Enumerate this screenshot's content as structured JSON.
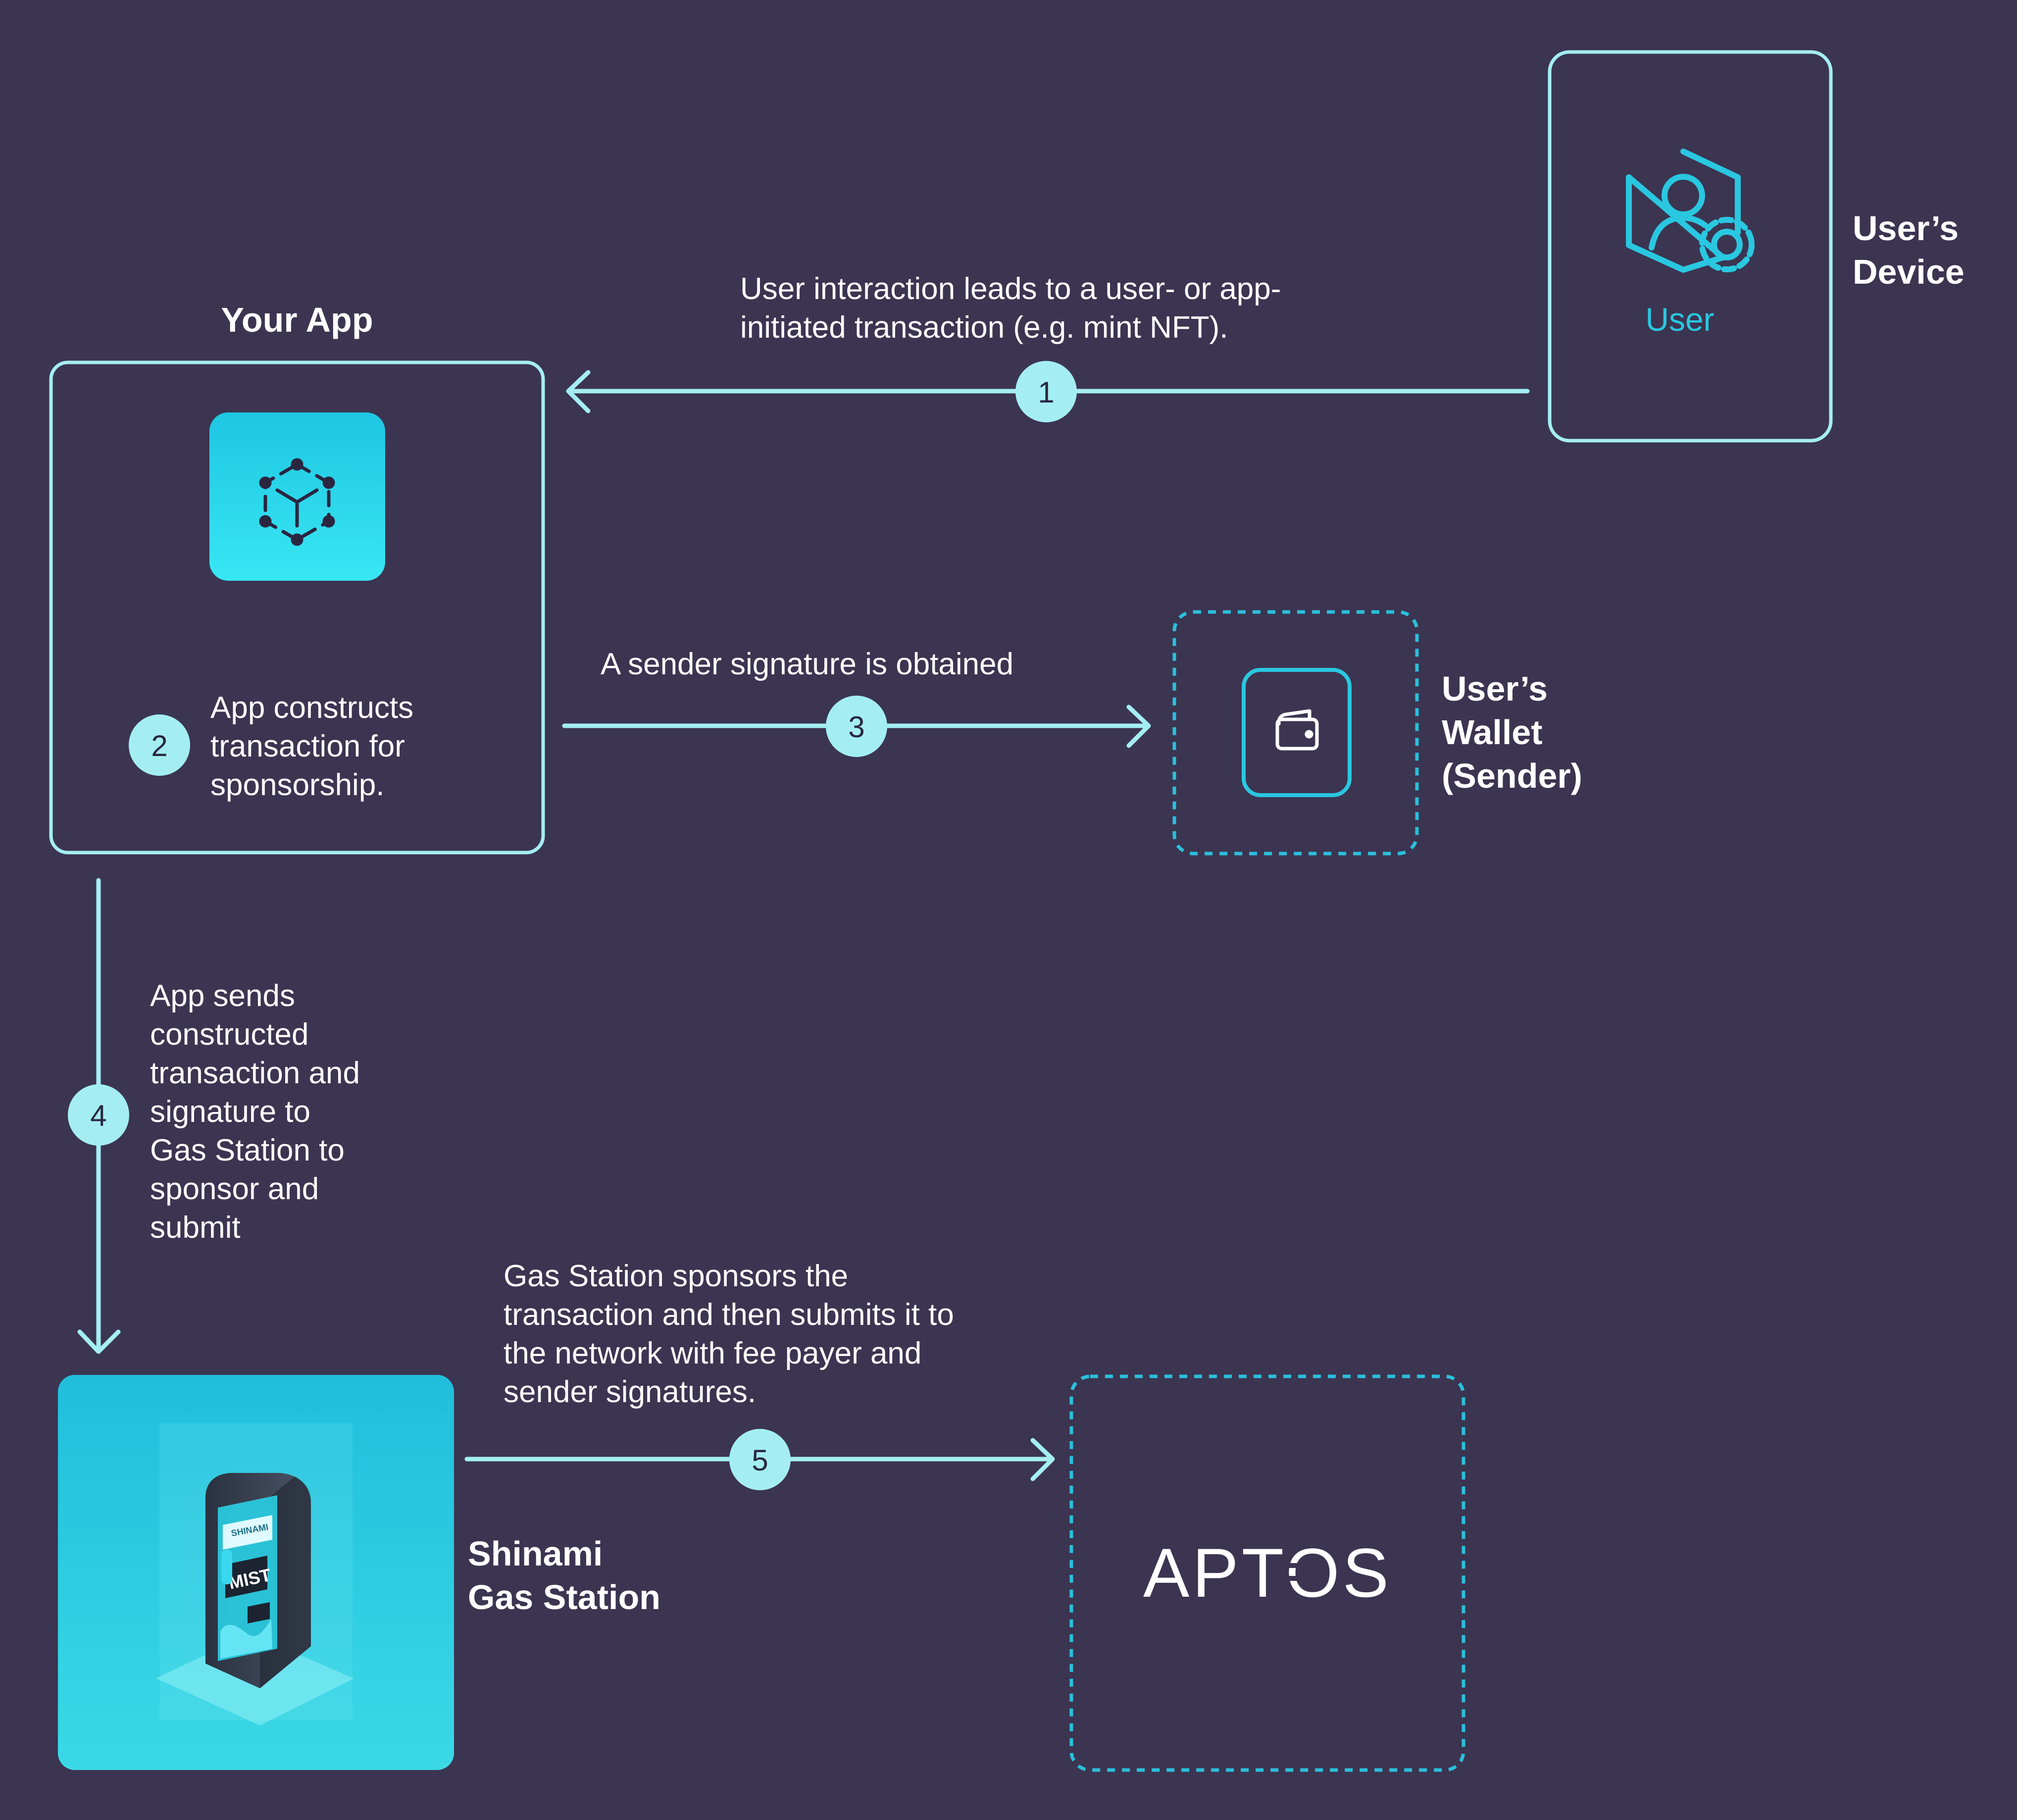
{
  "colors": {
    "background": "#3b3551",
    "accent": "#a4eef3",
    "accent_strong": "#2ac7e0",
    "dashed": "#2bc0dc",
    "text": "#ffffff",
    "icon_dark": "#2a2640"
  },
  "app": {
    "title": "Your App",
    "step_number": "2",
    "step_text_lines": [
      "App constructs",
      "transaction for",
      "sponsorship."
    ],
    "icon": "cube-network-icon"
  },
  "device": {
    "title_lines": [
      "User’s",
      "Device"
    ],
    "user_label": "User",
    "icon": "user-gear-icon"
  },
  "wallet": {
    "title_lines": [
      "User’s",
      "Wallet",
      "(Sender)"
    ],
    "icon": "wallet-icon"
  },
  "gas_station": {
    "title_lines": [
      "Shinami",
      "Gas Station"
    ],
    "illustration": "gas-pump-illustration",
    "pump_brand": "SHINAMI",
    "pump_screen": "MIST"
  },
  "aptos": {
    "logo_text": "APTOS",
    "logo": "aptos-logo"
  },
  "steps": {
    "s1": {
      "number": "1",
      "lines": [
        "User interaction leads to a user- or app-",
        "initiated transaction (e.g. mint NFT)."
      ]
    },
    "s3": {
      "number": "3",
      "lines": [
        "A sender signature is obtained"
      ]
    },
    "s4": {
      "number": "4",
      "lines": [
        "App sends",
        "constructed",
        "transaction and",
        "signature to",
        "Gas Station to",
        "sponsor and",
        "submit"
      ]
    },
    "s5": {
      "number": "5",
      "lines": [
        "Gas Station sponsors the",
        "transaction and then submits it to",
        "the network with fee payer and",
        "sender signatures."
      ]
    }
  }
}
